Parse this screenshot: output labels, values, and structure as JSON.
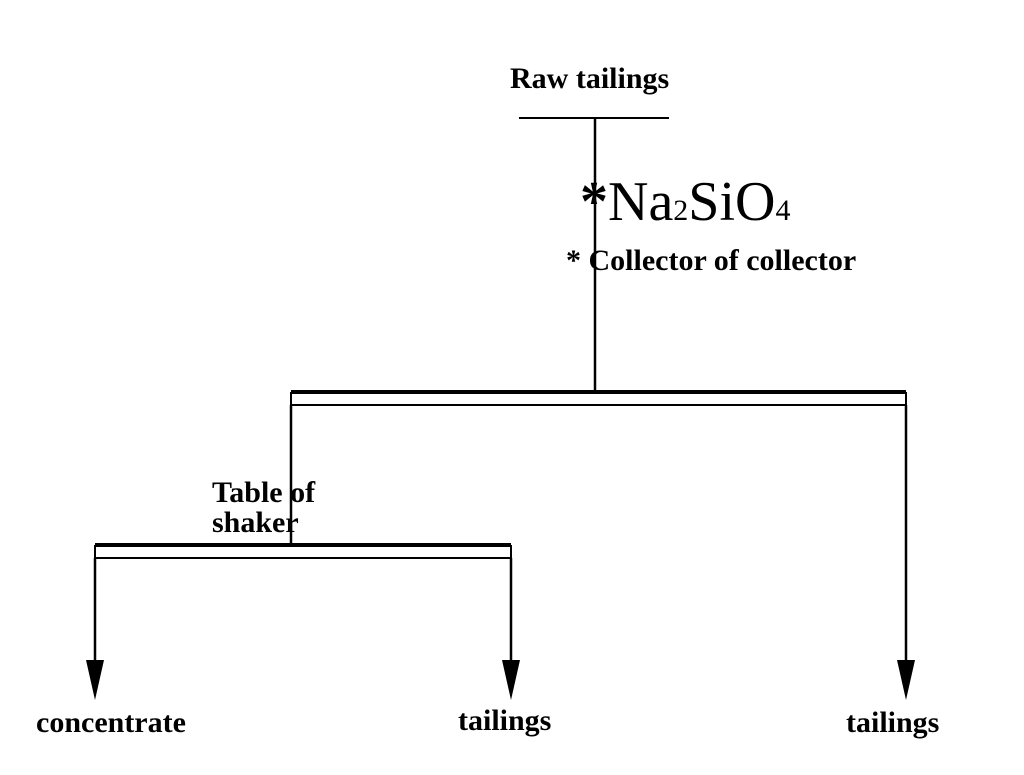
{
  "feed": {
    "label": "Raw tailings"
  },
  "reagent": {
    "star": "*",
    "prefix": "Na",
    "sub1": "2",
    "middle": "SiO",
    "sub2": "4"
  },
  "collector_note": "* Collector of collector",
  "separator": {
    "line1": "Table of",
    "line2": "shaker"
  },
  "outputs": {
    "concentrate": "concentrate",
    "tailings_left": "tailings",
    "tailings_right": "tailings"
  }
}
